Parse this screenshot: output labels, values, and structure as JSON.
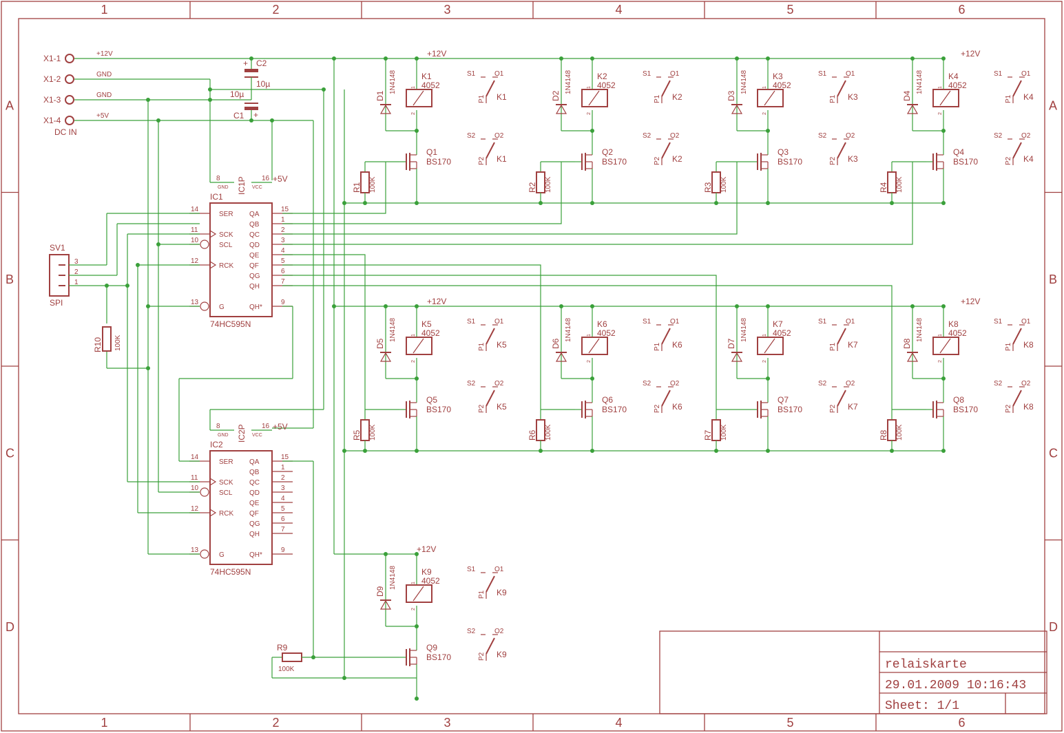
{
  "frame": {
    "columns": [
      "1",
      "2",
      "3",
      "4",
      "5",
      "6"
    ],
    "rows": [
      "A",
      "B",
      "C",
      "D"
    ]
  },
  "title_block": {
    "name": "relaiskarte",
    "datetime": "29.01.2009 10:16:43",
    "sheet": "Sheet: 1/1"
  },
  "connector_x1": [
    {
      "pin": "X1-1",
      "net": "+12V"
    },
    {
      "pin": "X1-2",
      "net": "GND"
    },
    {
      "pin": "X1-3",
      "net": "GND"
    },
    {
      "pin": "X1-4",
      "net": "+5V"
    }
  ],
  "dc_in": "DC IN",
  "caps": [
    {
      "name": "C2",
      "value": "10µ"
    },
    {
      "name": "C1",
      "value": "10µ"
    }
  ],
  "sv1": {
    "name": "SV1",
    "label": "SPI",
    "pins": [
      "3",
      "2",
      "1"
    ]
  },
  "r10": {
    "name": "R10",
    "value": "100K"
  },
  "r9": {
    "name": "R9",
    "value": "100K"
  },
  "ic_power": {
    "ic1": {
      "name": "IC1P",
      "gnd_pin": "8",
      "gnd": "GND",
      "vcc_pin": "16",
      "vcc": "VCC",
      "net": "+5V"
    },
    "ic2": {
      "name": "IC2P",
      "gnd_pin": "8",
      "gnd": "GND",
      "vcc_pin": "16",
      "vcc": "VCC",
      "net": "+5V"
    }
  },
  "shift_registers": [
    {
      "name": "IC1",
      "type": "74HC595N"
    },
    {
      "name": "IC2",
      "type": "74HC595N"
    }
  ],
  "sr_pins_left": [
    {
      "num": "14",
      "label": "SER"
    },
    {
      "num": "11",
      "label": "SCK"
    },
    {
      "num": "10",
      "label": "SCL"
    },
    {
      "num": "12",
      "label": "RCK"
    },
    {
      "num": "13",
      "label": "G"
    }
  ],
  "sr_pins_right": [
    {
      "num": "15",
      "label": "QA"
    },
    {
      "num": "1",
      "label": "QB"
    },
    {
      "num": "2",
      "label": "QC"
    },
    {
      "num": "3",
      "label": "QD"
    },
    {
      "num": "4",
      "label": "QE"
    },
    {
      "num": "5",
      "label": "QF"
    },
    {
      "num": "6",
      "label": "QG"
    },
    {
      "num": "7",
      "label": "QH"
    },
    {
      "num": "9",
      "label": "QH*"
    }
  ],
  "relay_cells": [
    {
      "k": "K1",
      "d": "D1",
      "q": "Q1",
      "r": "R1"
    },
    {
      "k": "K2",
      "d": "D2",
      "q": "Q2",
      "r": "R2"
    },
    {
      "k": "K3",
      "d": "D3",
      "q": "Q3",
      "r": "R3"
    },
    {
      "k": "K4",
      "d": "D4",
      "q": "Q4",
      "r": "R4"
    },
    {
      "k": "K5",
      "d": "D5",
      "q": "Q5",
      "r": "R5"
    },
    {
      "k": "K6",
      "d": "D6",
      "q": "Q6",
      "r": "R6"
    },
    {
      "k": "K7",
      "d": "D7",
      "q": "Q7",
      "r": "R7"
    },
    {
      "k": "K8",
      "d": "D8",
      "q": "Q8",
      "r": "R8"
    },
    {
      "k": "K9",
      "d": "D9",
      "q": "Q9",
      "r": ""
    }
  ],
  "cell_common": {
    "relay_type": "4052",
    "diode_type": "1N4148",
    "fet_type": "BS170",
    "res_value": "100K",
    "supply": "+12V",
    "coil_pin1": "1",
    "coil_pin2": "2",
    "sw1": {
      "s": "S1",
      "o": "O1",
      "p": "P1"
    },
    "sw2": {
      "s": "S2",
      "o": "O2",
      "p": "P2"
    }
  }
}
